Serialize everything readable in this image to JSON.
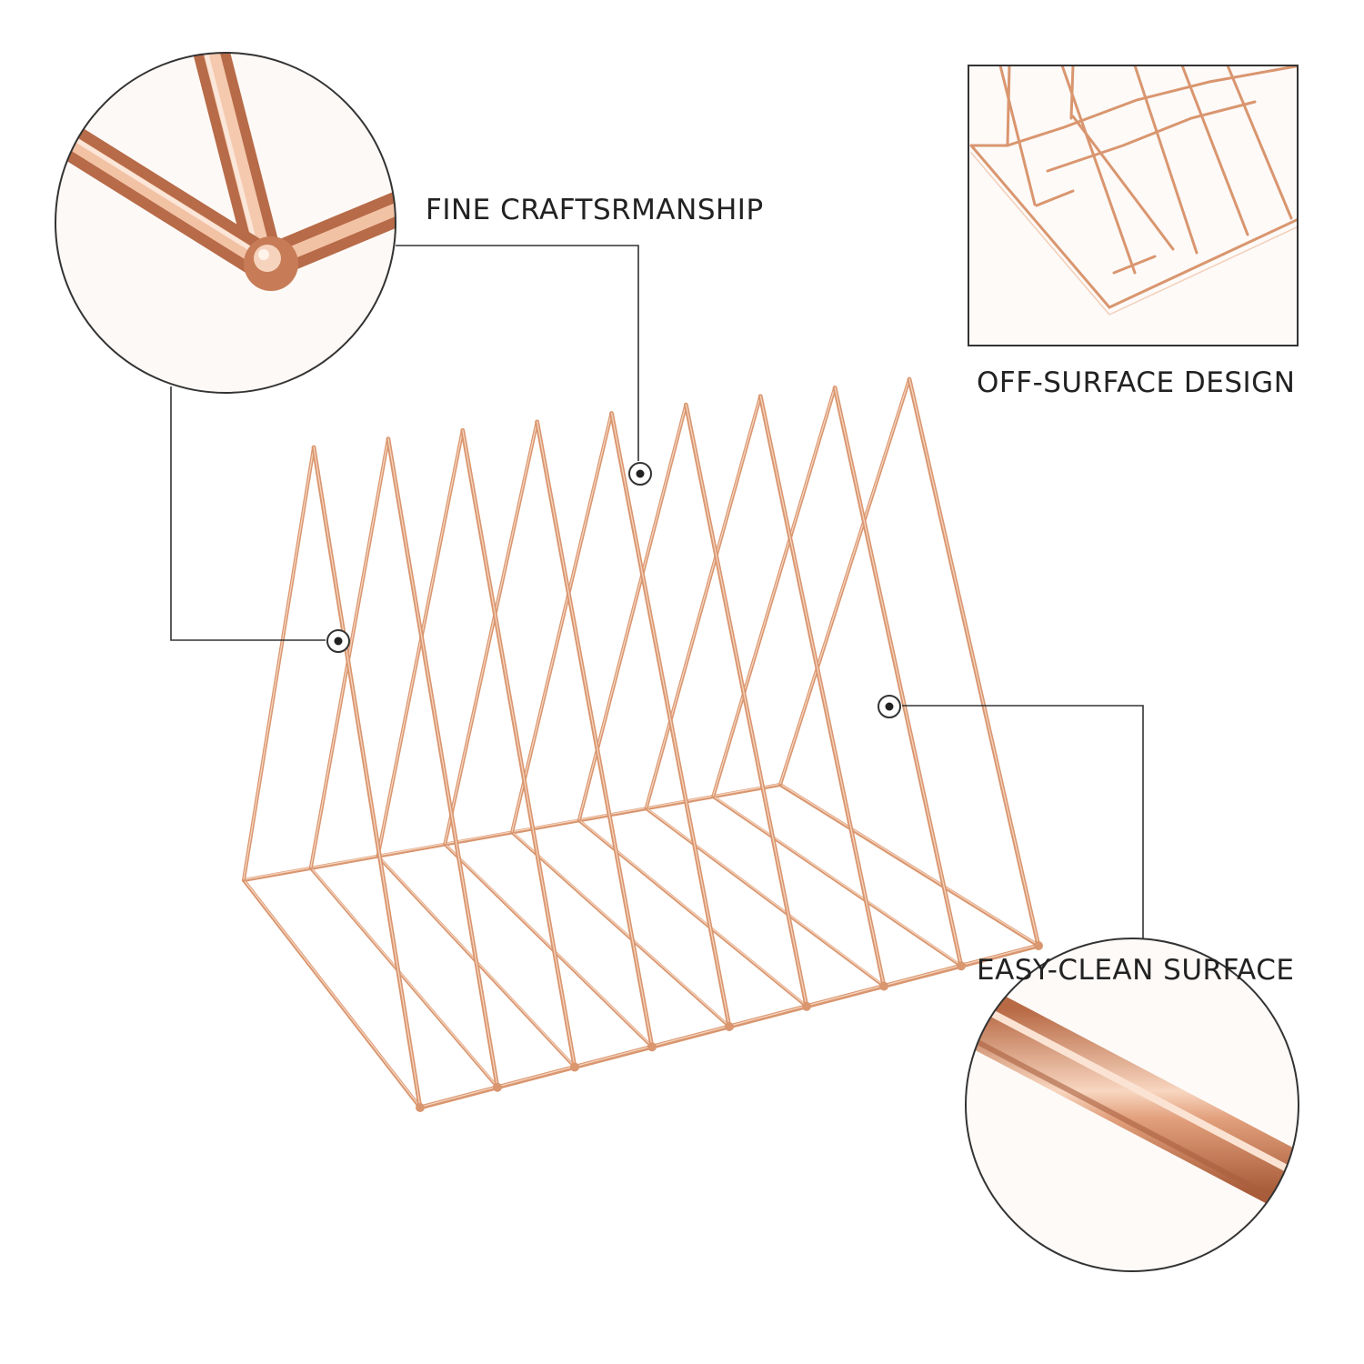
{
  "annotations": {
    "fine_craftsmanship": "FINE CRAFTSRMANSHIP",
    "off_surface_design": "OFF-SURFACE DESIGN",
    "easy_clean_surface": "EASY-CLEAN SURFACE"
  },
  "product": {
    "description_icon": "triangular-wire-file-organizer",
    "divider_count": 9
  },
  "colors": {
    "background": "#ffffff",
    "wire": "#d9966f",
    "wire_highlight": "#f6d3bd",
    "callout_line": "#333333",
    "text": "#222222"
  }
}
